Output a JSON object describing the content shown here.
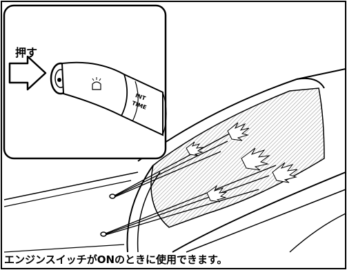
{
  "callout": {
    "push_label": "押す"
  },
  "stalk": {
    "int_label": "INT",
    "time_label": "TIME"
  },
  "caption": {
    "text": "エンジンスイッチがONのときに使用できます。"
  },
  "colors": {
    "line": "#000000",
    "background": "#ffffff",
    "glass_hatch": "#9a9a9a"
  },
  "icons": [
    "push-arrow-icon",
    "washer-icon"
  ]
}
